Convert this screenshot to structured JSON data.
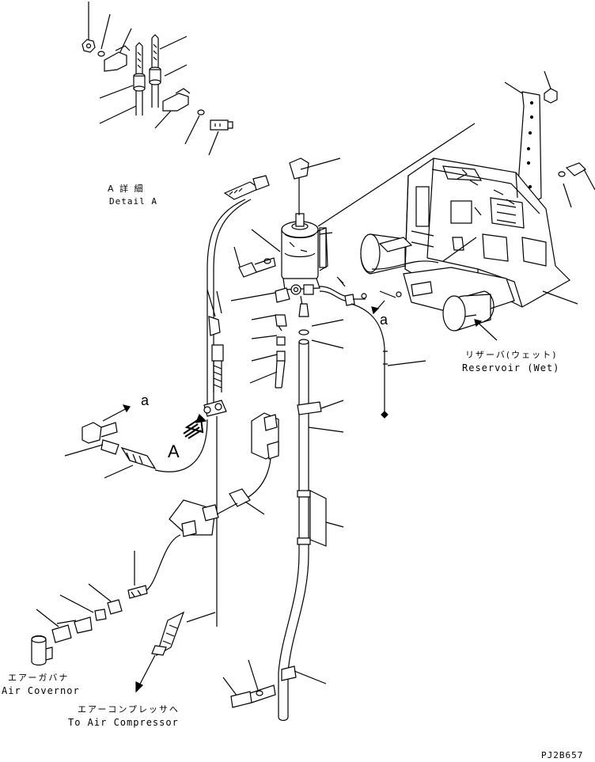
{
  "detail": {
    "jp": "A 詳 細",
    "en": "Detail A"
  },
  "reservoir": {
    "jp": "リザーバ(ウェット)",
    "en": "Reservoir (Wet)"
  },
  "governor": {
    "jp": "エアーガバナ",
    "en": "Air Covernor"
  },
  "compressor": {
    "jp": "エアーコンプレッサへ",
    "en": "To Air Compressor"
  },
  "view_marker": "A",
  "connection_marks": [
    "a",
    "a"
  ],
  "drawing_code": "PJ2B657"
}
